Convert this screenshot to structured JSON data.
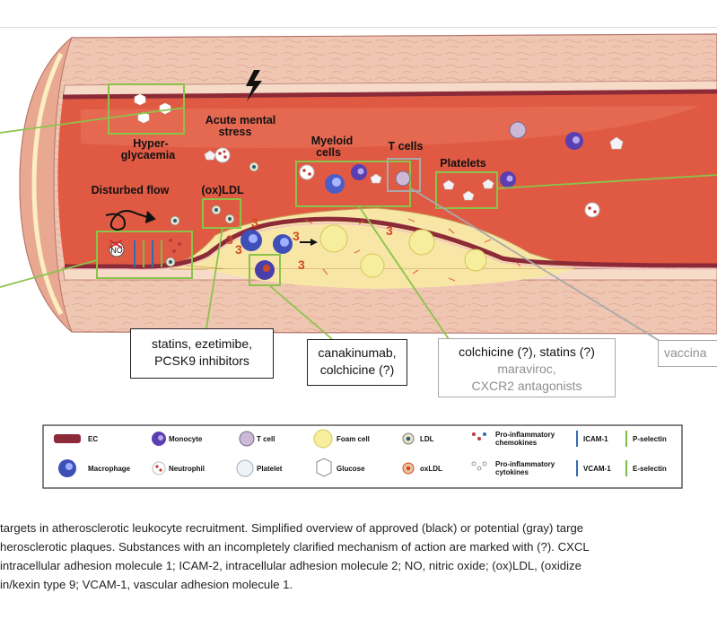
{
  "labels": {
    "hyperglycaemia_1": "Hyper-",
    "hyperglycaemia_2": "glycaemia",
    "acute_stress_1": "Acute mental",
    "acute_stress_2": "stress",
    "myeloid_1": "Myeloid",
    "myeloid_2": "cells",
    "t_cells": "T cells",
    "platelets": "Platelets",
    "disturbed_flow": "Disturbed flow",
    "oxldl": "(ox)LDL",
    "no_label": "NO"
  },
  "drug_boxes": {
    "statins": [
      "statins, ezetimibe,",
      "PCSK9 inhibitors"
    ],
    "canakinumab": [
      "canakinumab,",
      "colchicine (?)"
    ],
    "colchicine_black": "colchicine (?), statins (?)",
    "colchicine_gray": [
      "maraviroc,",
      "CXCR2 antagonists"
    ],
    "vaccine": "vaccina"
  },
  "legend": {
    "ec": "EC",
    "monocyte": "Monocyte",
    "t_cell": "T cell",
    "foam_cell": "Foam cell",
    "ldl": "LDL",
    "chemokines_1": "Pro-inflammatory",
    "chemokines_2": "chemokines",
    "icam": "ICAM-1",
    "pselectin": "P-selectin",
    "macrophage": "Macrophage",
    "neutrophil": "Neutrophil",
    "platelet": "Platelet",
    "glucose": "Glucose",
    "oxldl": "oxLDL",
    "cytokines_1": "Pro-inflammatory",
    "cytokines_2": "cytokines",
    "vcam": "VCAM-1",
    "eselectin": "E-selectin"
  },
  "caption_lines": [
    "targets in atherosclerotic leukocyte recruitment. Simplified overview of approved (black) or potential (gray) targe",
    "herosclerotic plaques. Substances with an incompletely clarified mechanism of action are marked with (?). CXCL",
    "intracellular adhesion molecule 1; ICAM-2, intracellular adhesion molecule 2; NO, nitric oxide; (ox)LDL, (oxidize",
    "in/kexin type 9; VCAM-1, vascular adhesion molecule 1."
  ],
  "colors": {
    "vessel_wall": "#efc7b3",
    "lumen": "#e55a43",
    "endothelium": "#8c2b37",
    "plaque": "#f8e7a8",
    "highlight_box": "#8bc34a",
    "gray_line": "#a9a9a9"
  },
  "icons": [
    "lightning-icon",
    "glucose-icon",
    "monocyte-icon",
    "macrophage-icon",
    "t-cell-icon",
    "platelet-icon",
    "neutrophil-icon",
    "ldl-icon",
    "oxldl-icon",
    "foam-cell-icon",
    "swirl-flow-icon"
  ]
}
